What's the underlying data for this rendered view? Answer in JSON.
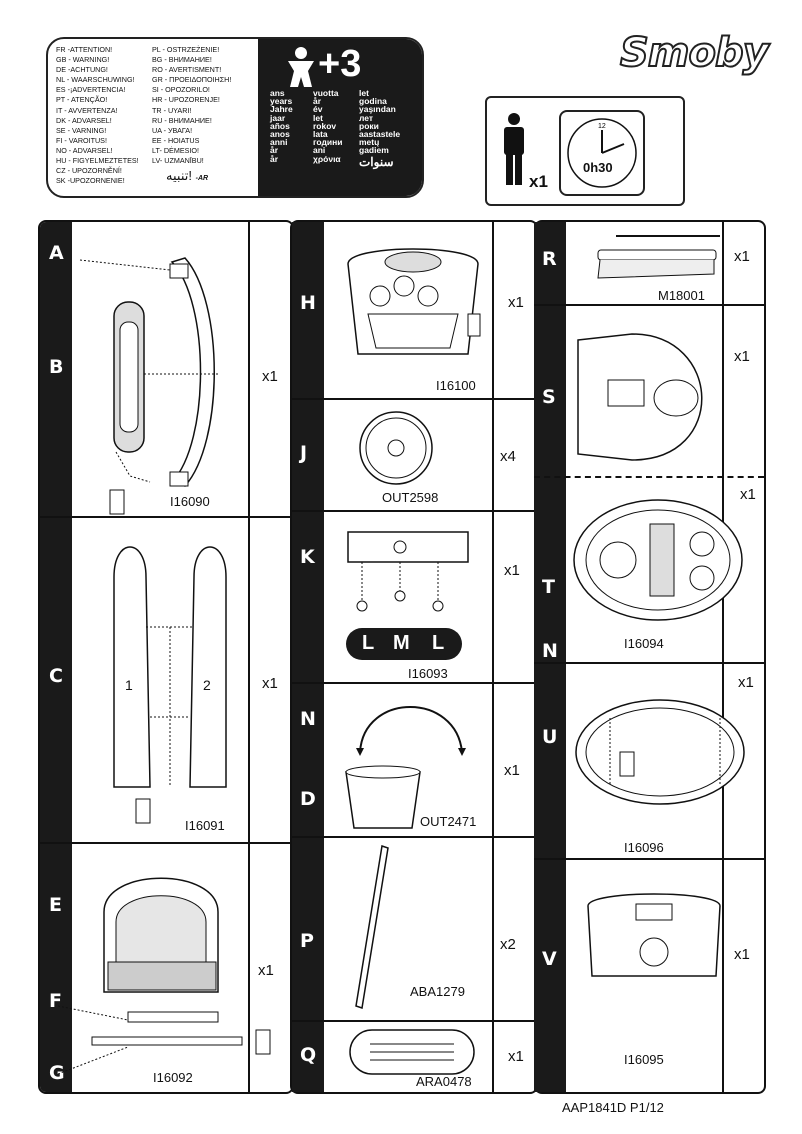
{
  "warnings": {
    "col1": [
      "FR -ATTENTION!",
      "GB - WARNING!",
      "DE -ACHTUNG!",
      "NL - WAARSCHUWING!",
      "ES -¡ADVERTENCIA!",
      "PT - ATENÇÃO!",
      "IT - AVVERTENZA!",
      "DK - ADVARSEL!",
      "SE - VARNING!",
      "FI - VAROITUS!",
      "NO - ADVARSEL!",
      "HU - FIGYELMEZTETES!",
      "CZ - UPOZORNĚNÍ!",
      "SK -UPOZORNENIE!"
    ],
    "col2": [
      "PL - OSTRZEŻENIE!",
      "BG - ВНИМАНИЕ!",
      "RO - AVERTISMENT!",
      "GR - ΠΡΟΕΙΔΟΠΟΙΗΣΗ!",
      "SI - OPOZORILO!",
      "HR - UPOZORENJE!",
      "TR - UYARI!",
      "RU - ВНИМАНИЕ!",
      "UA - УВАГА!",
      "EE - HOIATUS",
      "LT- DĖMESIO!",
      "LV- UZMANĪBU!"
    ],
    "arabic": "تنبيه!",
    "ar_code": "-AR"
  },
  "age": {
    "label": "+3",
    "col1": [
      "ans",
      "years",
      "Jahre",
      "jaar",
      "años",
      "anos",
      "anni",
      "år",
      "år"
    ],
    "col2": [
      "vuotta",
      "år",
      "év",
      "let",
      "rokov",
      "lata",
      "години",
      "ani",
      "χρόνια"
    ],
    "col3": [
      "let",
      "godina",
      "yaşından",
      "лет",
      "роки",
      "aastastele",
      "metų",
      "gadiem",
      "سنوات"
    ]
  },
  "brand": "Smoby",
  "assembly": {
    "persons": "x1",
    "time": "0h30"
  },
  "parts": {
    "A": {
      "letter": "A"
    },
    "B": {
      "letter": "B",
      "qty": "x1",
      "code": "I16090"
    },
    "C": {
      "letter": "C",
      "qty": "x1",
      "code": "I16091",
      "num1": "1",
      "num2": "2"
    },
    "E": {
      "letter": "E"
    },
    "F": {
      "letter": "F"
    },
    "G": {
      "letter": "G",
      "qty": "x1",
      "code": "I16092"
    },
    "H": {
      "letter": "H",
      "qty": "x1",
      "code": "I16100"
    },
    "J": {
      "letter": "J",
      "qty": "x4",
      "code": "OUT2598"
    },
    "K": {
      "letter": "K",
      "qty": "x1",
      "code": "I16093",
      "sizes": [
        "L",
        "M",
        "L"
      ]
    },
    "N": {
      "letter": "N"
    },
    "D": {
      "letter": "D",
      "qty": "x1",
      "code": "OUT2471"
    },
    "P": {
      "letter": "P",
      "qty": "x2",
      "code": "ABA1279"
    },
    "Q": {
      "letter": "Q",
      "qty": "x1",
      "code": "ARA0478"
    },
    "R": {
      "letter": "R",
      "qty": "x1",
      "code": "M18001"
    },
    "S": {
      "letter": "S",
      "qty": "x1"
    },
    "T": {
      "letter": "T",
      "qty": "x1",
      "code": "I16094",
      "n_letter": "N"
    },
    "U": {
      "letter": "U",
      "qty": "x1",
      "code": "I16096"
    },
    "V": {
      "letter": "V",
      "qty": "x1",
      "code": "I16095"
    }
  },
  "footer": "AAP1841D  P1/12"
}
